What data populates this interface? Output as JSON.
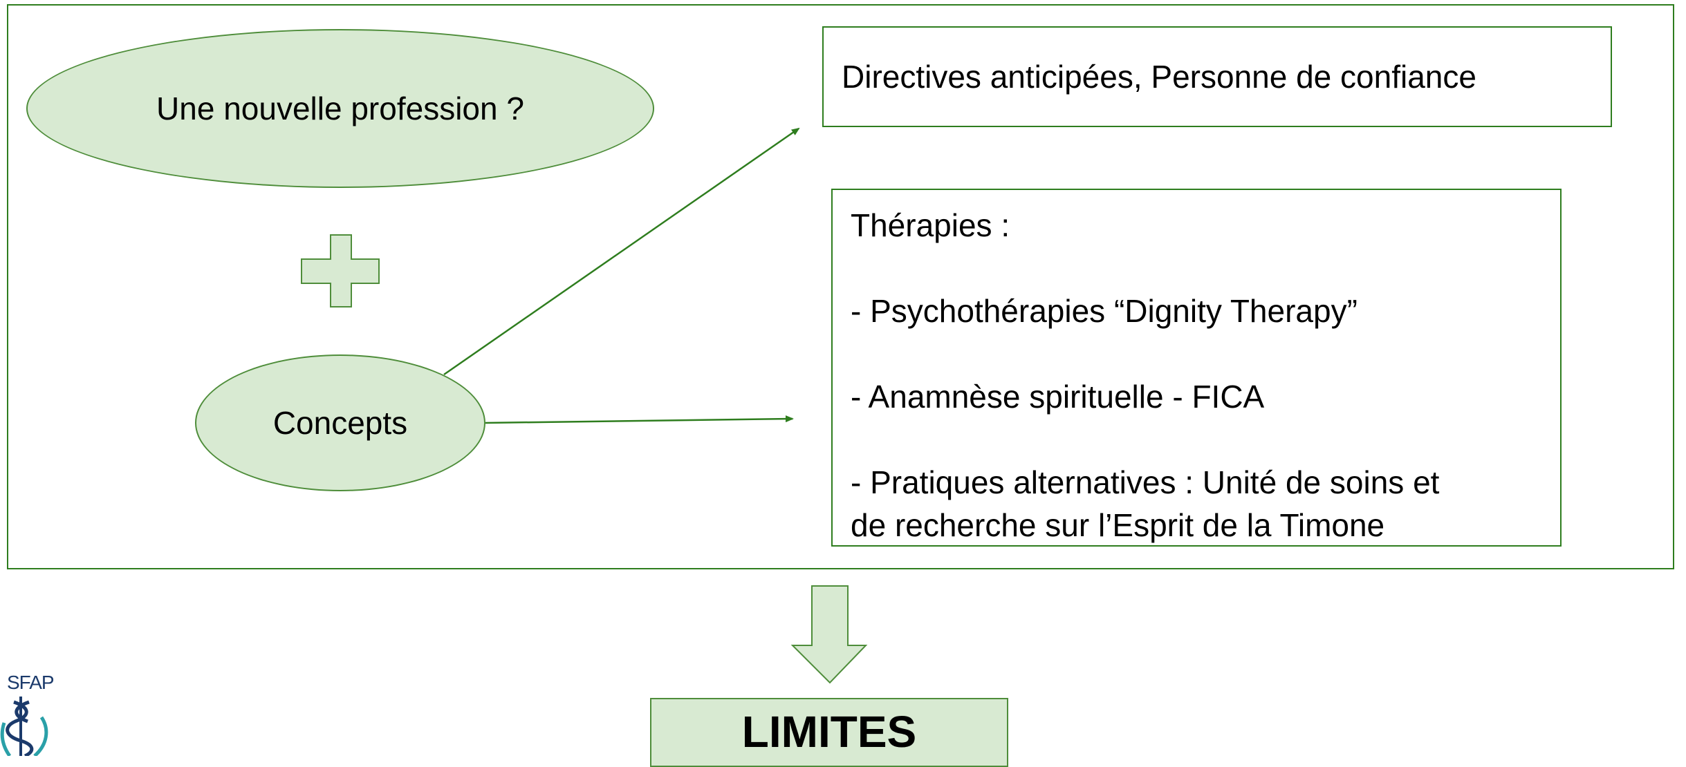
{
  "diagram": {
    "top_left_ellipse": "Une nouvelle profession ?",
    "concepts_ellipse": "Concepts",
    "directives_box": "Directives anticipées, Personne de confiance",
    "therapies_box": {
      "title": "Thérapies :",
      "items": [
        "- Psychothérapies “Dignity Therapy”",
        "- Anamnèse spirituelle - FICA",
        "- Pratiques alternatives : Unité de soins et",
        "de recherche sur l’Esprit de la Timone"
      ]
    },
    "result_box": "LIMITES"
  },
  "logo": {
    "text": "SFAP"
  },
  "colors": {
    "frame_green": "#2e7d1e",
    "shape_fill": "#d8ead2",
    "shape_stroke": "#4e8d3a",
    "logo_blue": "#1b3a6b"
  }
}
